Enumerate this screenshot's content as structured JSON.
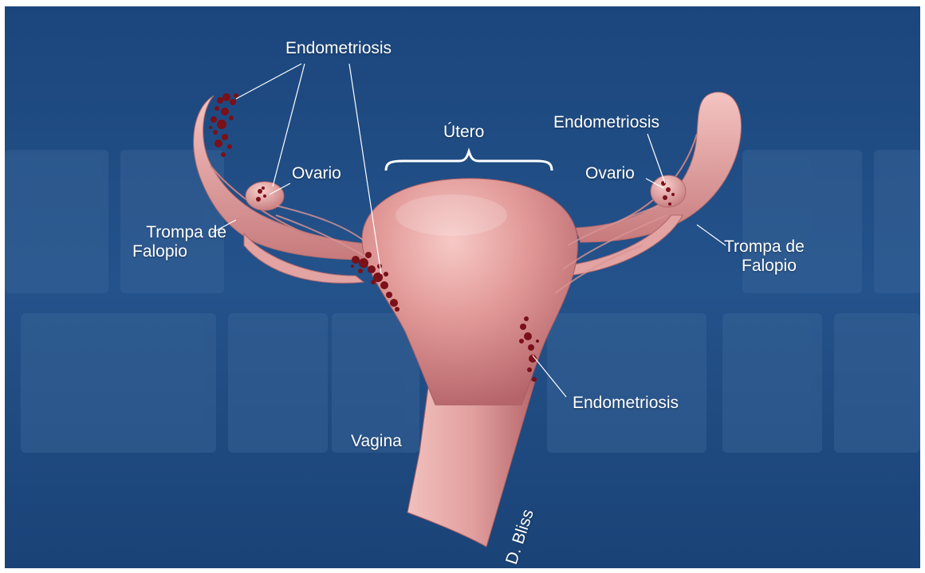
{
  "colors": {
    "background": "#1e4a80",
    "tissue": "#e8a2a2",
    "tissue_shadow": "#b86a6c",
    "lesion": "#7a1018",
    "label_text": "#ffffff",
    "leader_line": "#ffffff"
  },
  "labels": {
    "endometriosis_top": "Endometriosis",
    "endometriosis_right_top": "Endometriosis",
    "endometriosis_lower_right": "Endometriosis",
    "utero": "Útero",
    "ovario_left": "Ovario",
    "ovario_right": "Ovario",
    "trompa_left_line1": "Trompa de",
    "trompa_left_line2": "Falopio",
    "trompa_right_line1": "Trompa de",
    "trompa_right_line2": "Falopio",
    "vagina": "Vagina"
  },
  "signature": "D. Bliss"
}
